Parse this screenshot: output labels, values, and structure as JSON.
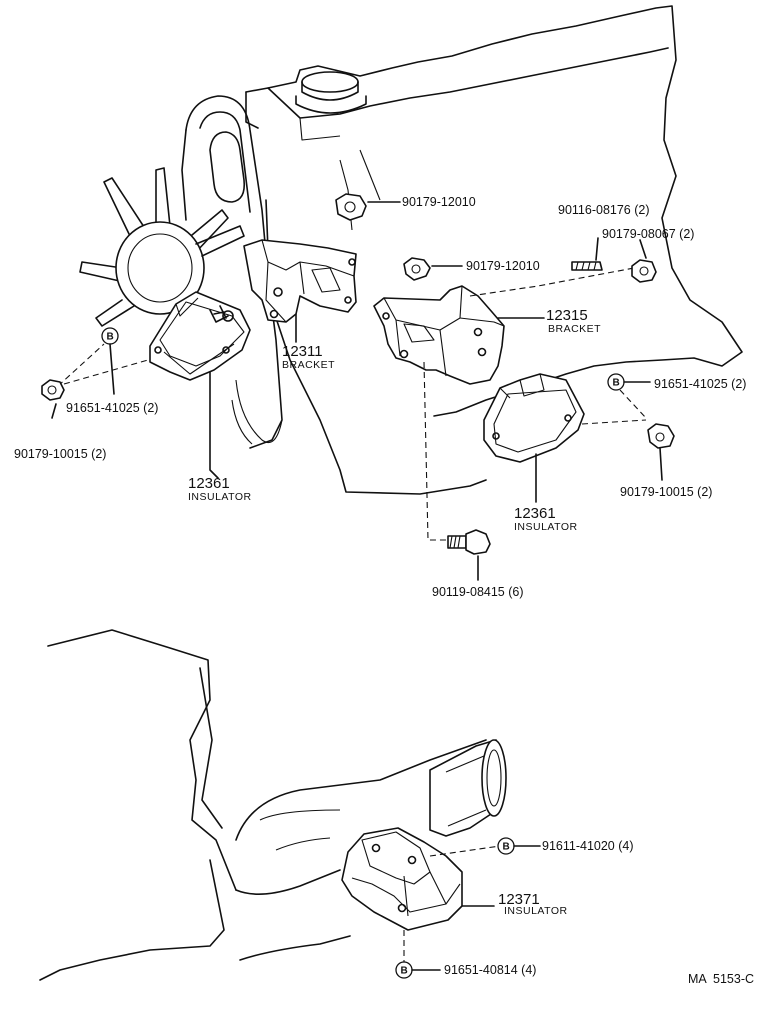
{
  "parts": {
    "nut_12010_a": "90179-12010",
    "stud_08176": "90116-08176 (2)",
    "nut_08067": "90179-08067 (2)",
    "nut_12010_b": "90179-12010",
    "bracket_12315_num": "12315",
    "bracket_12315_name": "BRACKET",
    "bracket_12311_num": "12311",
    "bracket_12311_name": "BRACKET",
    "bolt_41025_left": "91651-41025 (2)",
    "nut_10015_left": "90179-10015 (2)",
    "insulator_left_num": "12361",
    "insulator_left_name": "INSULATOR",
    "bolt_41025_right": "91651-41025 (2)",
    "nut_10015_right": "90179-10015 (2)",
    "insulator_right_num": "12361",
    "insulator_right_name": "INSULATOR",
    "bolt_08415": "90119-08415 (6)",
    "bolt_41020": "91611-41020 (4)",
    "insulator_rear_num": "12371",
    "insulator_rear_name": "INSULATOR",
    "bolt_40814": "91651-40814 (4)"
  },
  "badge_letter": "B",
  "drawing_code": "MA  5153-C"
}
